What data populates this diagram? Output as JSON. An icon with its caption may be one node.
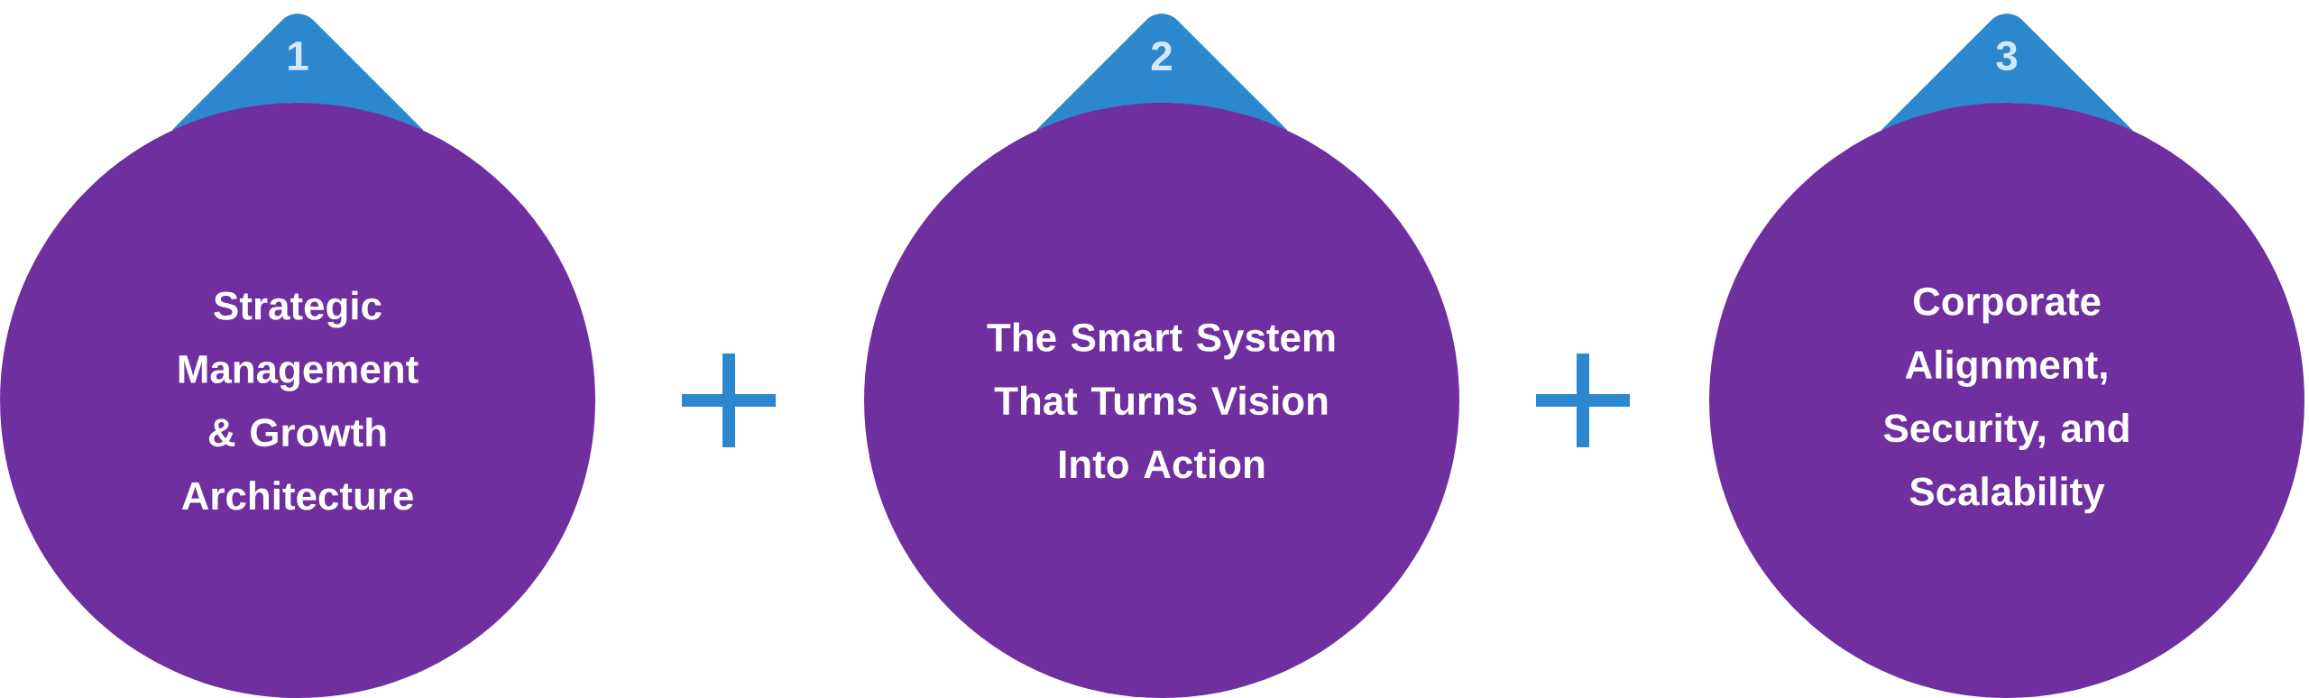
{
  "diagram": {
    "nodes": [
      {
        "text": [
          "1"
        ]
      },
      {
        "text": [
          "Strategic Management & Growth Architecture"
        ]
      },
      {
        "text": [
          "2"
        ]
      },
      {
        "text": [
          "The Smart System That Turns Vision Into Action"
        ]
      },
      {
        "text": [
          "3"
        ]
      },
      {
        "text": [
          "Corporate Alignment, Security, and Scalability"
        ]
      }
    ]
  }
}
